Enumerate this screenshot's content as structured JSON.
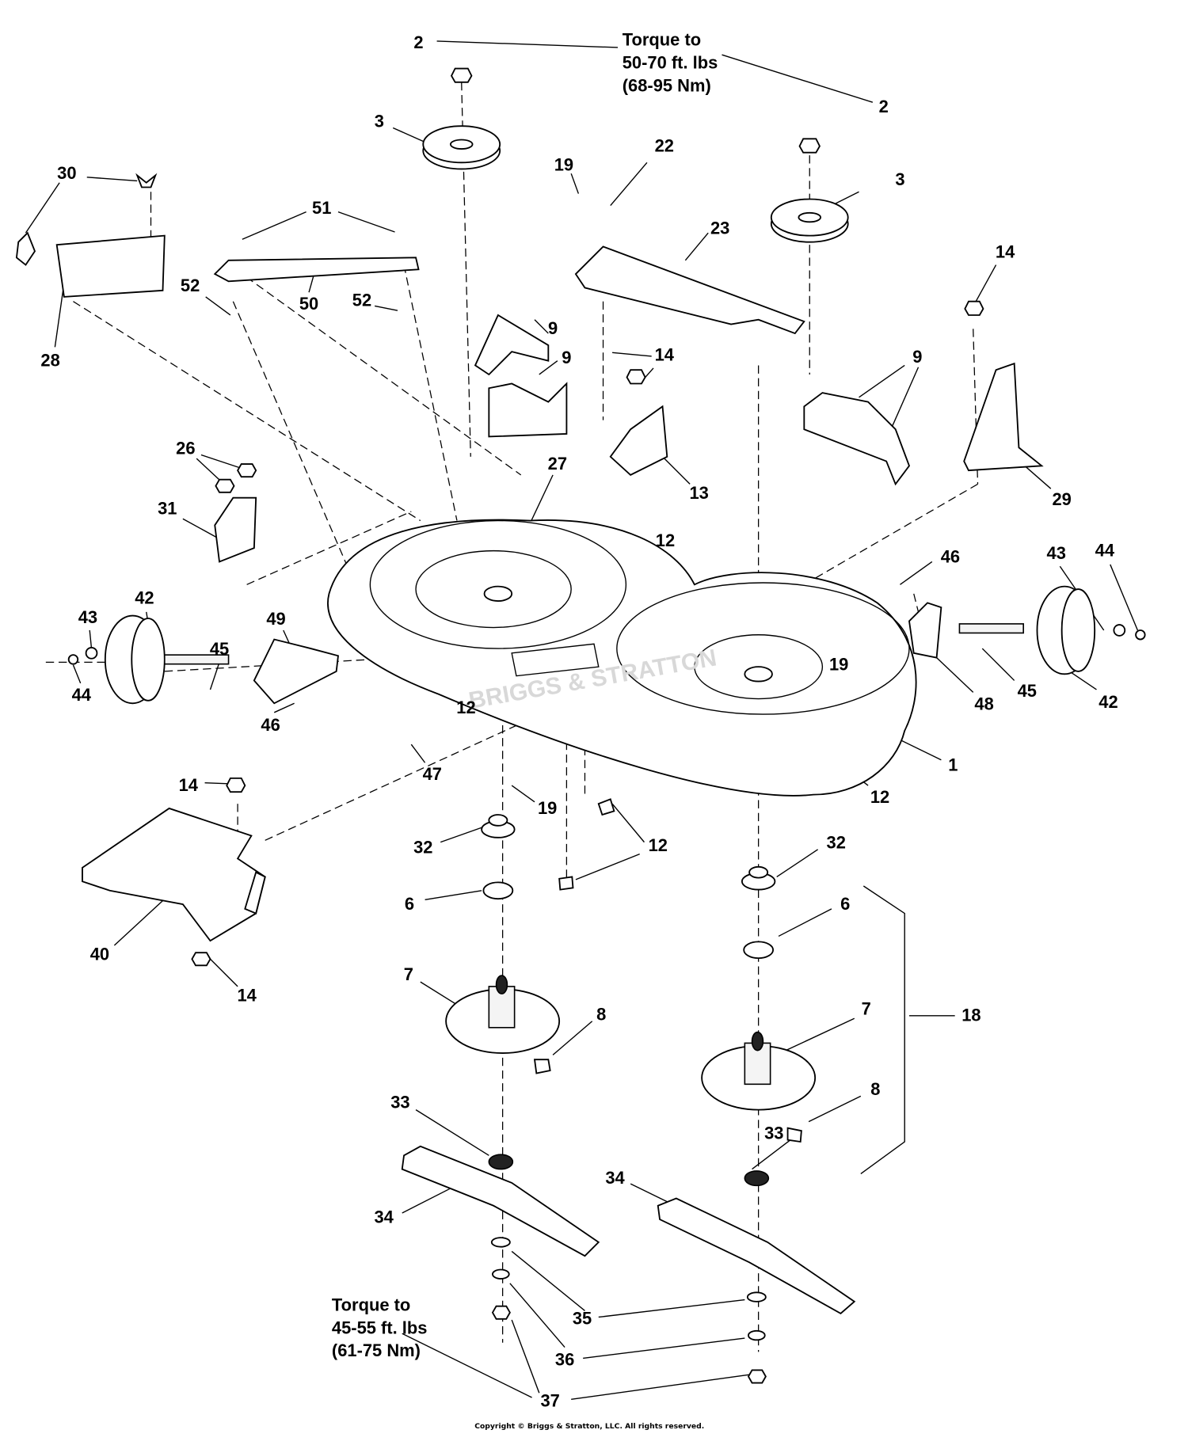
{
  "diagram": {
    "torque_top": [
      "Torque to",
      "50-70 ft. lbs",
      "(68-95 Nm)"
    ],
    "torque_bottom": [
      "Torque to",
      "45-55 ft. lbs",
      "(61-75 Nm)"
    ],
    "watermark": "BRIGGS & STRATTON",
    "copyright": "Copyright © Briggs & Stratton, LLC. All rights reserved.",
    "callouts": [
      "2",
      "2",
      "3",
      "3",
      "30",
      "51",
      "22",
      "19",
      "23",
      "14",
      "52",
      "50",
      "52",
      "28",
      "9",
      "9",
      "14",
      "9",
      "26",
      "27",
      "13",
      "29",
      "31",
      "12",
      "46",
      "43",
      "44",
      "42",
      "43",
      "49",
      "45",
      "19",
      "44",
      "12",
      "46",
      "45",
      "48",
      "42",
      "1",
      "47",
      "14",
      "19",
      "12",
      "32",
      "12",
      "32",
      "6",
      "6",
      "40",
      "14",
      "7",
      "18",
      "8",
      "7",
      "8",
      "33",
      "33",
      "34",
      "34",
      "35",
      "36",
      "37"
    ]
  }
}
